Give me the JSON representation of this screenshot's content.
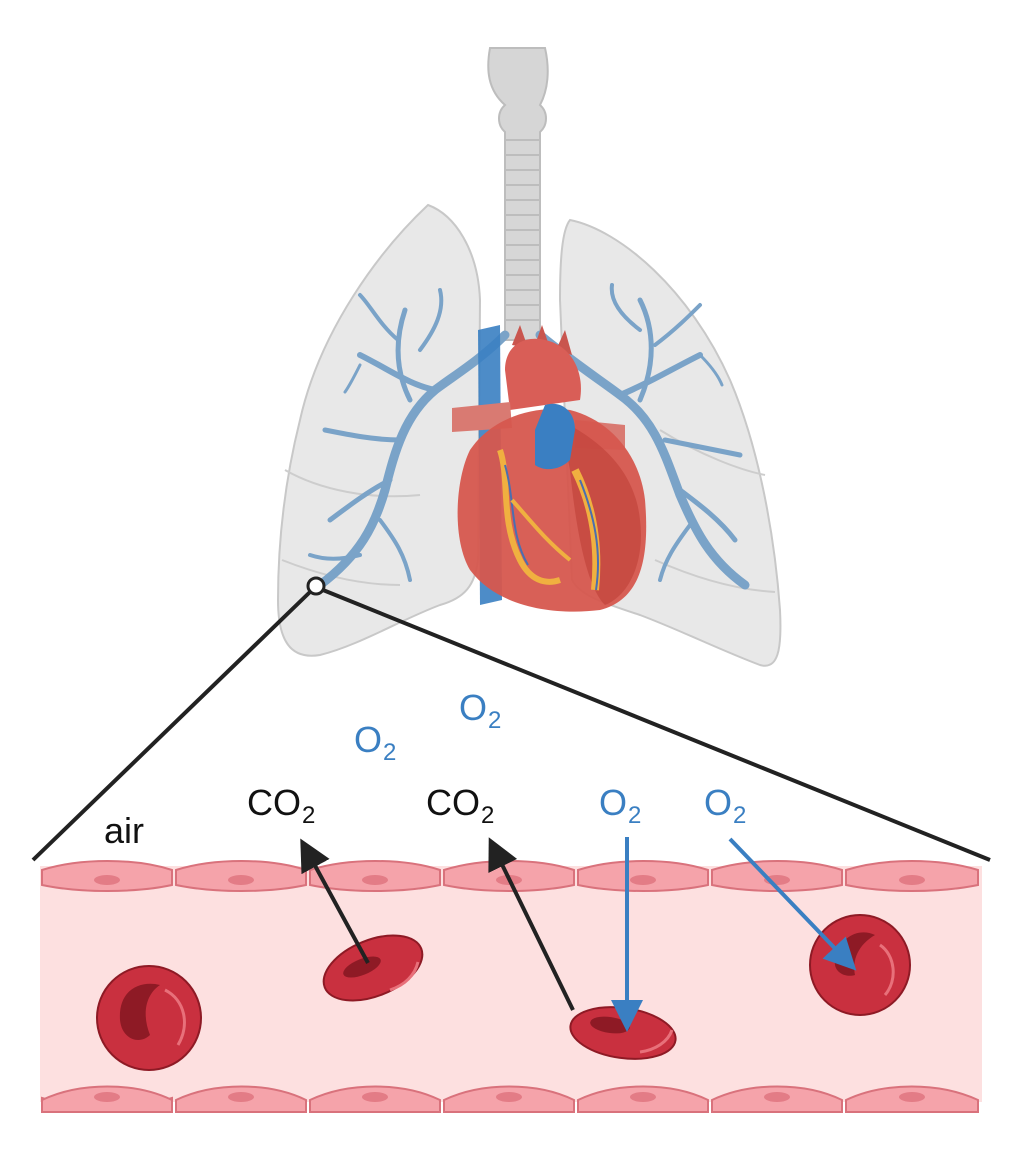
{
  "labels": {
    "air": "air",
    "co2_main": "CO",
    "co2_sub": "2",
    "o2_main": "O",
    "o2_sub": "2"
  },
  "colors": {
    "blood_vessel": "#fde0e0",
    "endothelium": "#f5a3aa",
    "red_blood_cell": "#c9303f",
    "lung": "#d9d9d9",
    "bronchi": "#7aa3c8",
    "trachea": "#cfcfcf",
    "heart": "#c9554e",
    "vein": "#3a7fc2",
    "co2_arrow": "#222222",
    "o2_arrow": "#3a7fc2"
  },
  "icons": [
    "trachea-icon",
    "lungs-icon",
    "heart-icon",
    "red-blood-cell-icon",
    "endothelial-cell-icon"
  ]
}
